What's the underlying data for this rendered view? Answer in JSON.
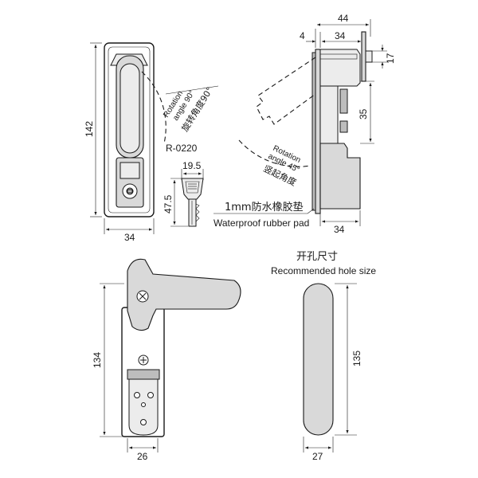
{
  "front_view": {
    "height_dim": "142",
    "width_dim": "34",
    "rotation_label_line1": "Rotation",
    "rotation_label_line2": "angle 90°",
    "rotation_label_cn": "旋转角度90°"
  },
  "key": {
    "model": "R-0220",
    "width_dim": "19.5",
    "height_dim": "47.5"
  },
  "side_view": {
    "total_depth_dim": "44",
    "flange_dim": "4",
    "body_dim": "34",
    "top_dim": "17",
    "mid_dim": "35",
    "bottom_dim": "34",
    "lift_label_line1": "Rotation",
    "lift_label_line2": "angle 45°",
    "lift_label_cn": "竖起角度",
    "pad_label_cn": "1mm防水橡胶垫",
    "pad_label_en": "Waterproof rubber pad"
  },
  "back_view": {
    "height_dim": "134",
    "width_dim": "26"
  },
  "hole": {
    "title_cn": "开孔尺寸",
    "title_en": "Recommended hole size",
    "height_dim": "135",
    "width_dim": "27"
  }
}
